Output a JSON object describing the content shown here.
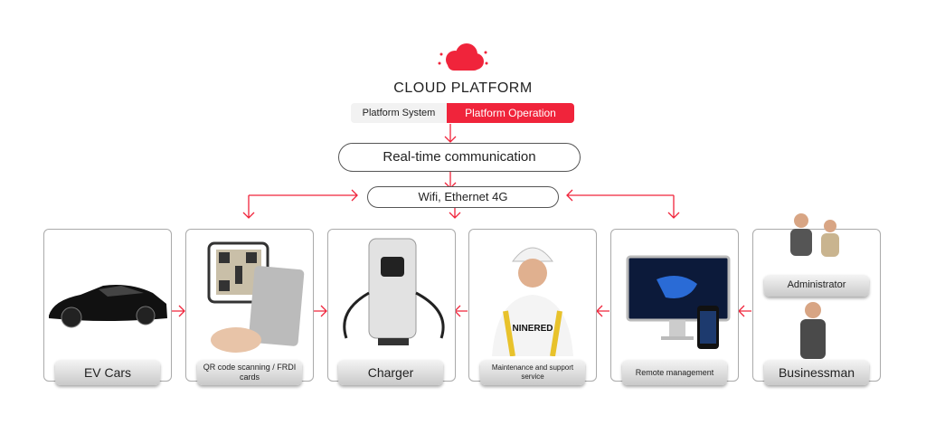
{
  "header": {
    "title": "CLOUD PLATFORM",
    "tabs": [
      "Platform System",
      "Platform Operation"
    ]
  },
  "flow": {
    "realtime": "Real-time communication",
    "network": "Wifi, Ethernet  4G"
  },
  "nodes": [
    {
      "label": "EV Cars"
    },
    {
      "label": "QR code scanning / FRDI cards"
    },
    {
      "label": "Charger"
    },
    {
      "label": "Maintenance and support service"
    },
    {
      "label": "Remote management"
    },
    {
      "label": "Administrator"
    },
    {
      "label": "Businessman"
    }
  ],
  "colors": {
    "accent": "#f0243b"
  }
}
